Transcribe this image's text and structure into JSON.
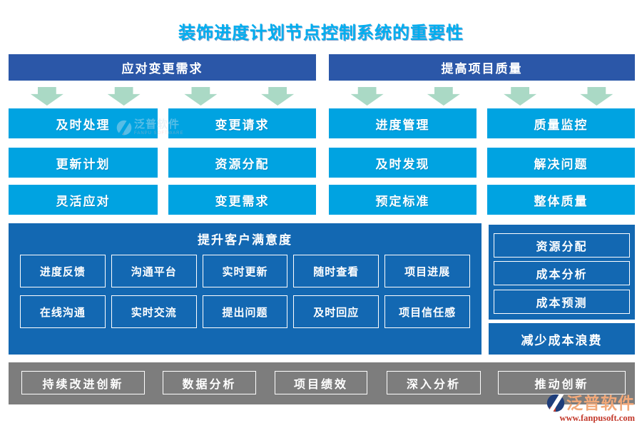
{
  "title": "装饰进度计划节点控制系统的重要性",
  "left_group": {
    "header": "应对变更需求",
    "buttons": [
      "及时处理",
      "变更请求",
      "更新计划",
      "资源分配",
      "灵活应对",
      "变更需求"
    ]
  },
  "right_group": {
    "header": "提高项目质量",
    "buttons": [
      "进度管理",
      "质量监控",
      "及时发现",
      "解决问题",
      "预定标准",
      "整体质量"
    ]
  },
  "satisfaction_panel": {
    "header": "提升客户满意度",
    "row1": [
      "进度反馈",
      "沟通平台",
      "实时更新",
      "随时查看",
      "项目进展"
    ],
    "row2": [
      "在线沟通",
      "实时交流",
      "提出问题",
      "及时回应",
      "项目信任感"
    ]
  },
  "cost_panel": {
    "buttons": [
      "资源分配",
      "成本分析",
      "成本预测"
    ],
    "footer": "减少成本浪费"
  },
  "bottom_bar": {
    "buttons": [
      "持续改进创新",
      "数据分析",
      "项目绩效",
      "深入分析",
      "推动创新"
    ]
  },
  "watermark": {
    "name": "泛普软件",
    "sub": "FANPU SOFTWARE"
  },
  "brand": {
    "name": "泛普软件",
    "url": "www.fanpusoft.com"
  },
  "icons": [
    "down-arrow-icon",
    "fanpu-logo-icon"
  ],
  "colors": {
    "title_cyan": "#00aeef",
    "header_navy": "#2b57a8",
    "block_cyan": "#00a3e1",
    "panel_blue": "#1368b2",
    "arrow_green": "#aad9c5",
    "bar_gray": "#7d7d7d",
    "brand_orange": "#f2a878",
    "brand_red": "#c3392b"
  }
}
